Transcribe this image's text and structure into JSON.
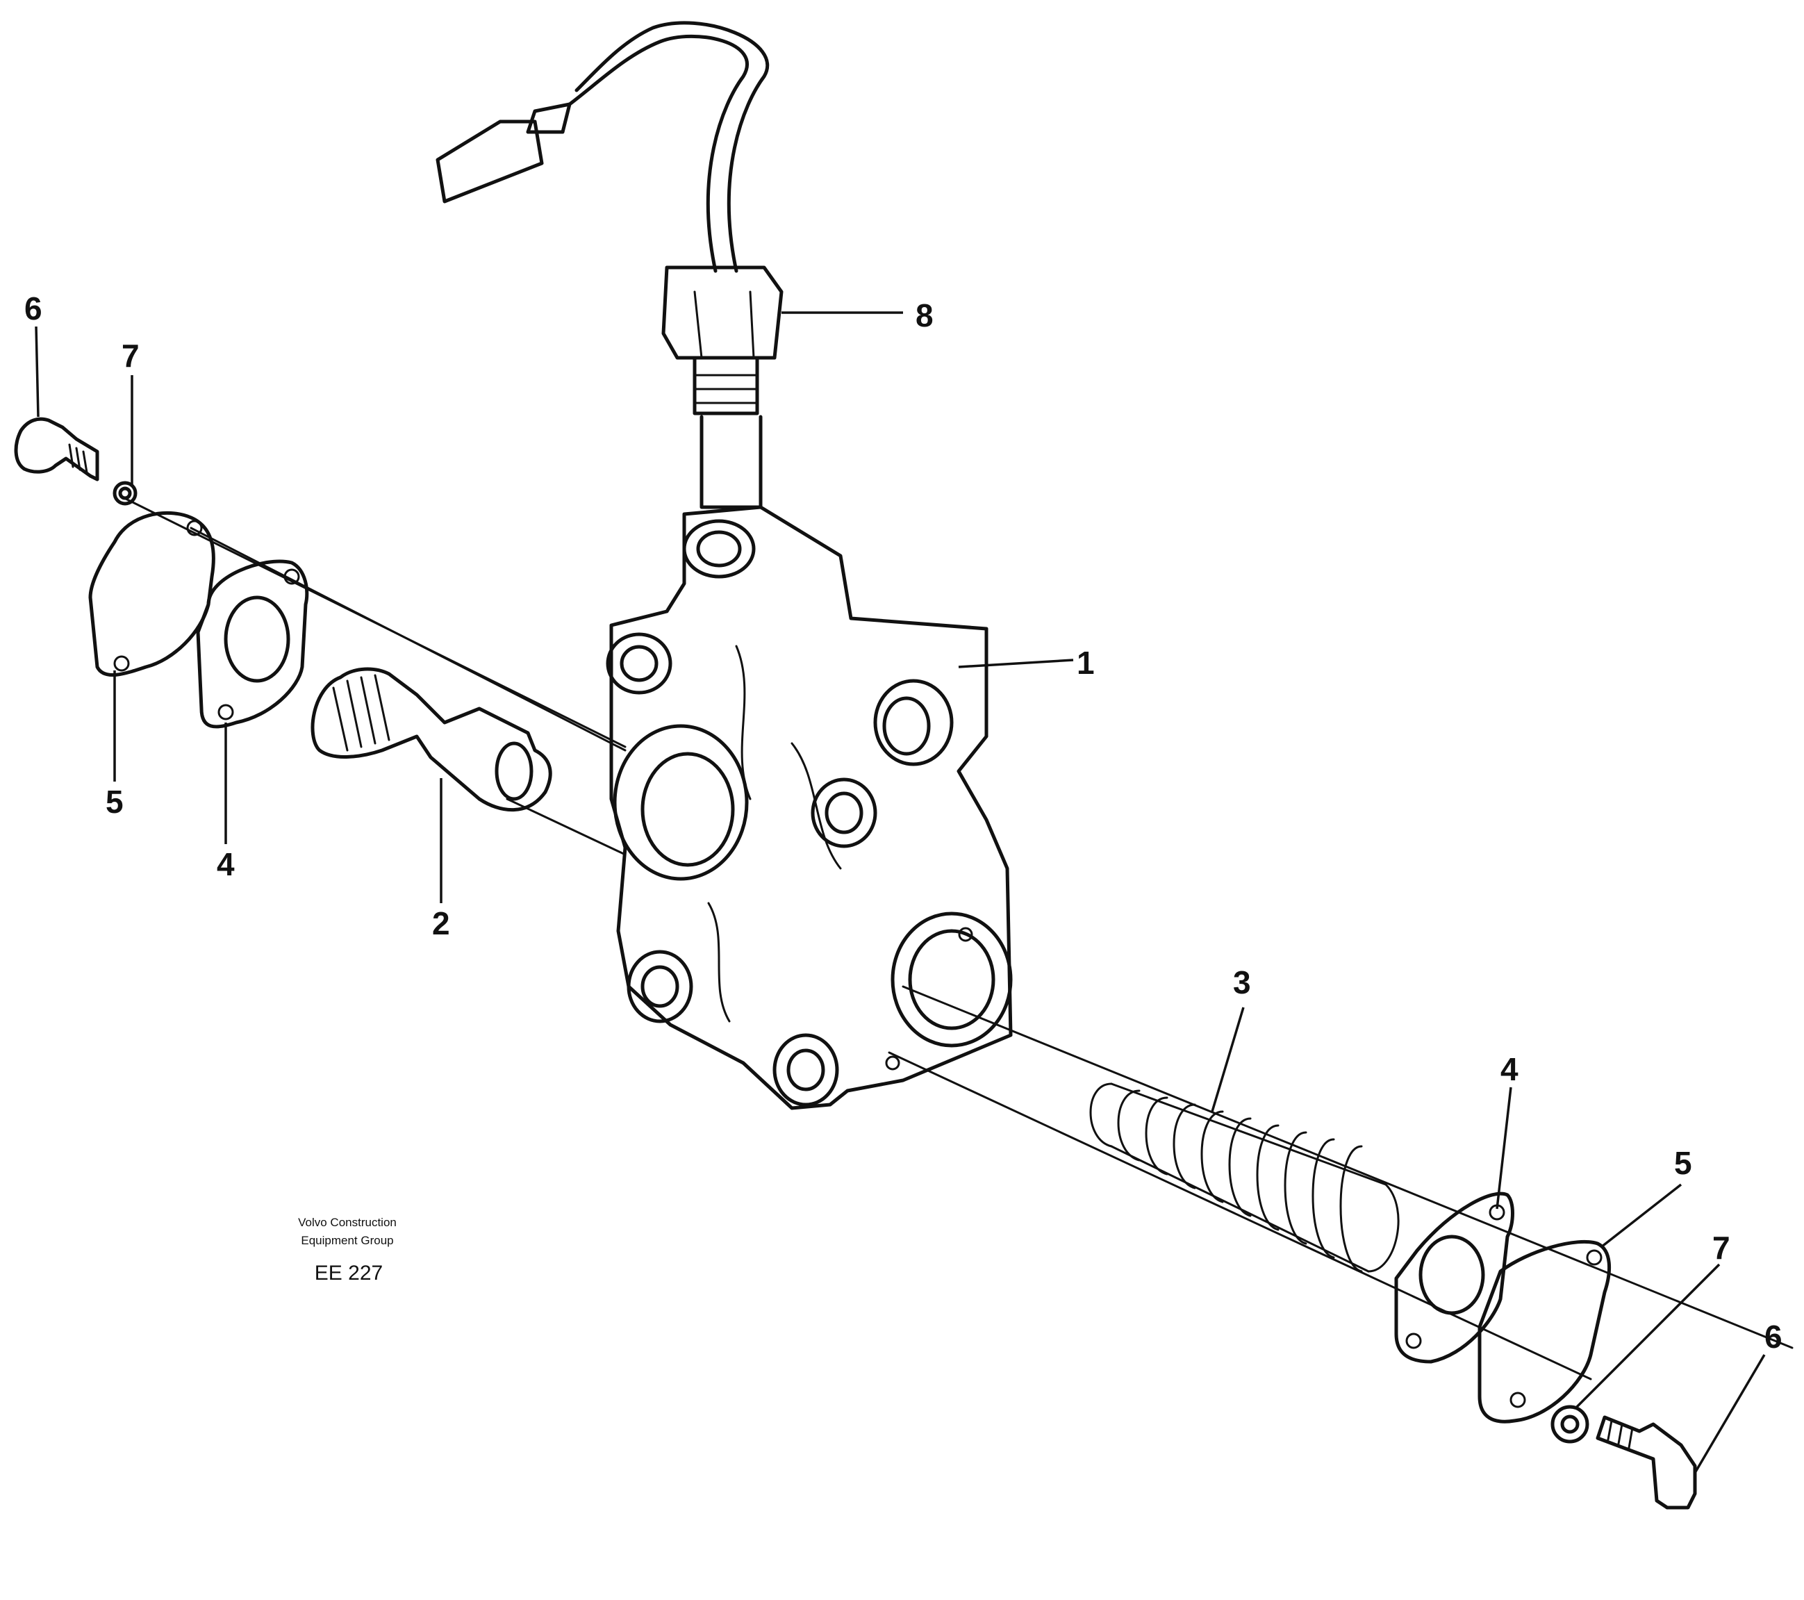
{
  "credit": {
    "line1": "Volvo Construction",
    "line2": "Equipment Group",
    "ref": "EE 227"
  },
  "callouts": {
    "c1": "1",
    "c2": "2",
    "c3": "3",
    "c4_left": "4",
    "c4_right": "4",
    "c5_left": "5",
    "c5_right": "5",
    "c6_left": "6",
    "c6_right": "6",
    "c7_left": "7",
    "c7_right": "7",
    "c8": "8"
  }
}
